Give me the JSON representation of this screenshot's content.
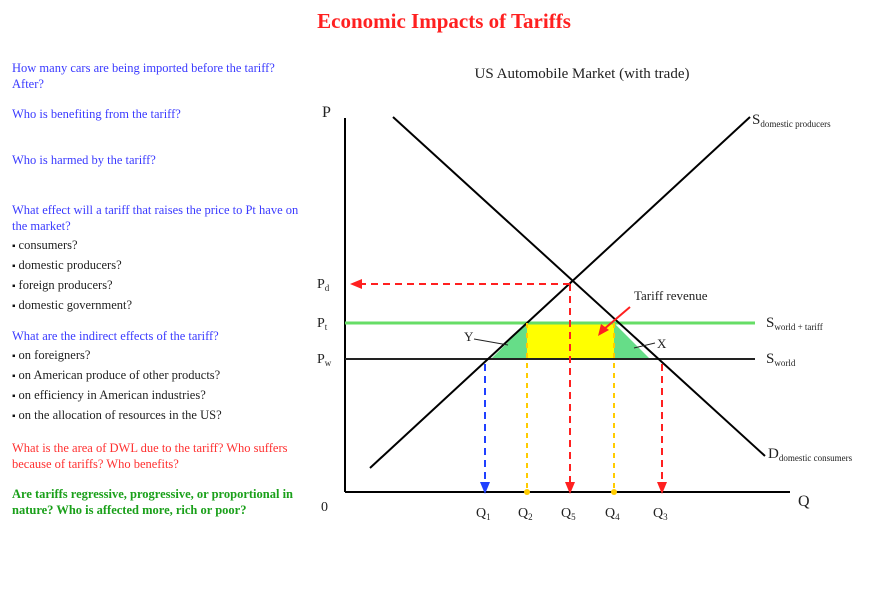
{
  "title": "Economic Impacts of Tariffs",
  "questions": {
    "q1": "How many cars are being imported before the tariff? After?",
    "q2": "Who is benefiting from the tariff?",
    "q3": "Who is harmed by the tariff?",
    "q4": "What effect will a tariff that raises the price to Pt have on the market?",
    "q4_items": [
      "consumers?",
      "domestic producers?",
      "foreign producers?",
      "domestic government?"
    ],
    "q5": "What are the indirect effects of the tariff?",
    "q5_items": [
      "on foreigners?",
      "on American produce of other products?",
      "on efficiency in American industries?",
      "on the allocation of resources in the US?"
    ],
    "q6": "What is the area of DWL due to the tariff? Who suffers because of tariffs? Who benefits?",
    "q7": "Are tariffs regressive, progressive, or proportional in nature? Who is affected more, rich or poor?"
  },
  "diagram": {
    "title": "US Automobile Market (with trade)",
    "axis_p": "P",
    "axis_q": "Q",
    "origin": "0",
    "supply_label": "S",
    "supply_sub": "domestic producers",
    "demand_label": "D",
    "demand_sub": "domestic consumers",
    "world_tariff_label": "S",
    "world_tariff_sub": "world + tariff",
    "world_label": "S",
    "world_sub": "world",
    "tariff_revenue": "Tariff revenue",
    "label_y": "Y",
    "label_x": "X",
    "pd": "P",
    "pd_sub": "d",
    "pt": "P",
    "pt_sub": "t",
    "pw": "P",
    "pw_sub": "w",
    "q1": "Q",
    "q1_sub": "1",
    "q2": "Q",
    "q2_sub": "2",
    "q3": "Q",
    "q3_sub": "3",
    "q4": "Q",
    "q4_sub": "4",
    "q5": "Q",
    "q5_sub": "5",
    "colors": {
      "world_tariff": "#66dd66",
      "dwl": "#66dd88",
      "revenue": "#ffff00",
      "red_dash": "#ff2020",
      "blue_dash": "#2040ff",
      "yellow_dash": "#ffcc00"
    }
  }
}
